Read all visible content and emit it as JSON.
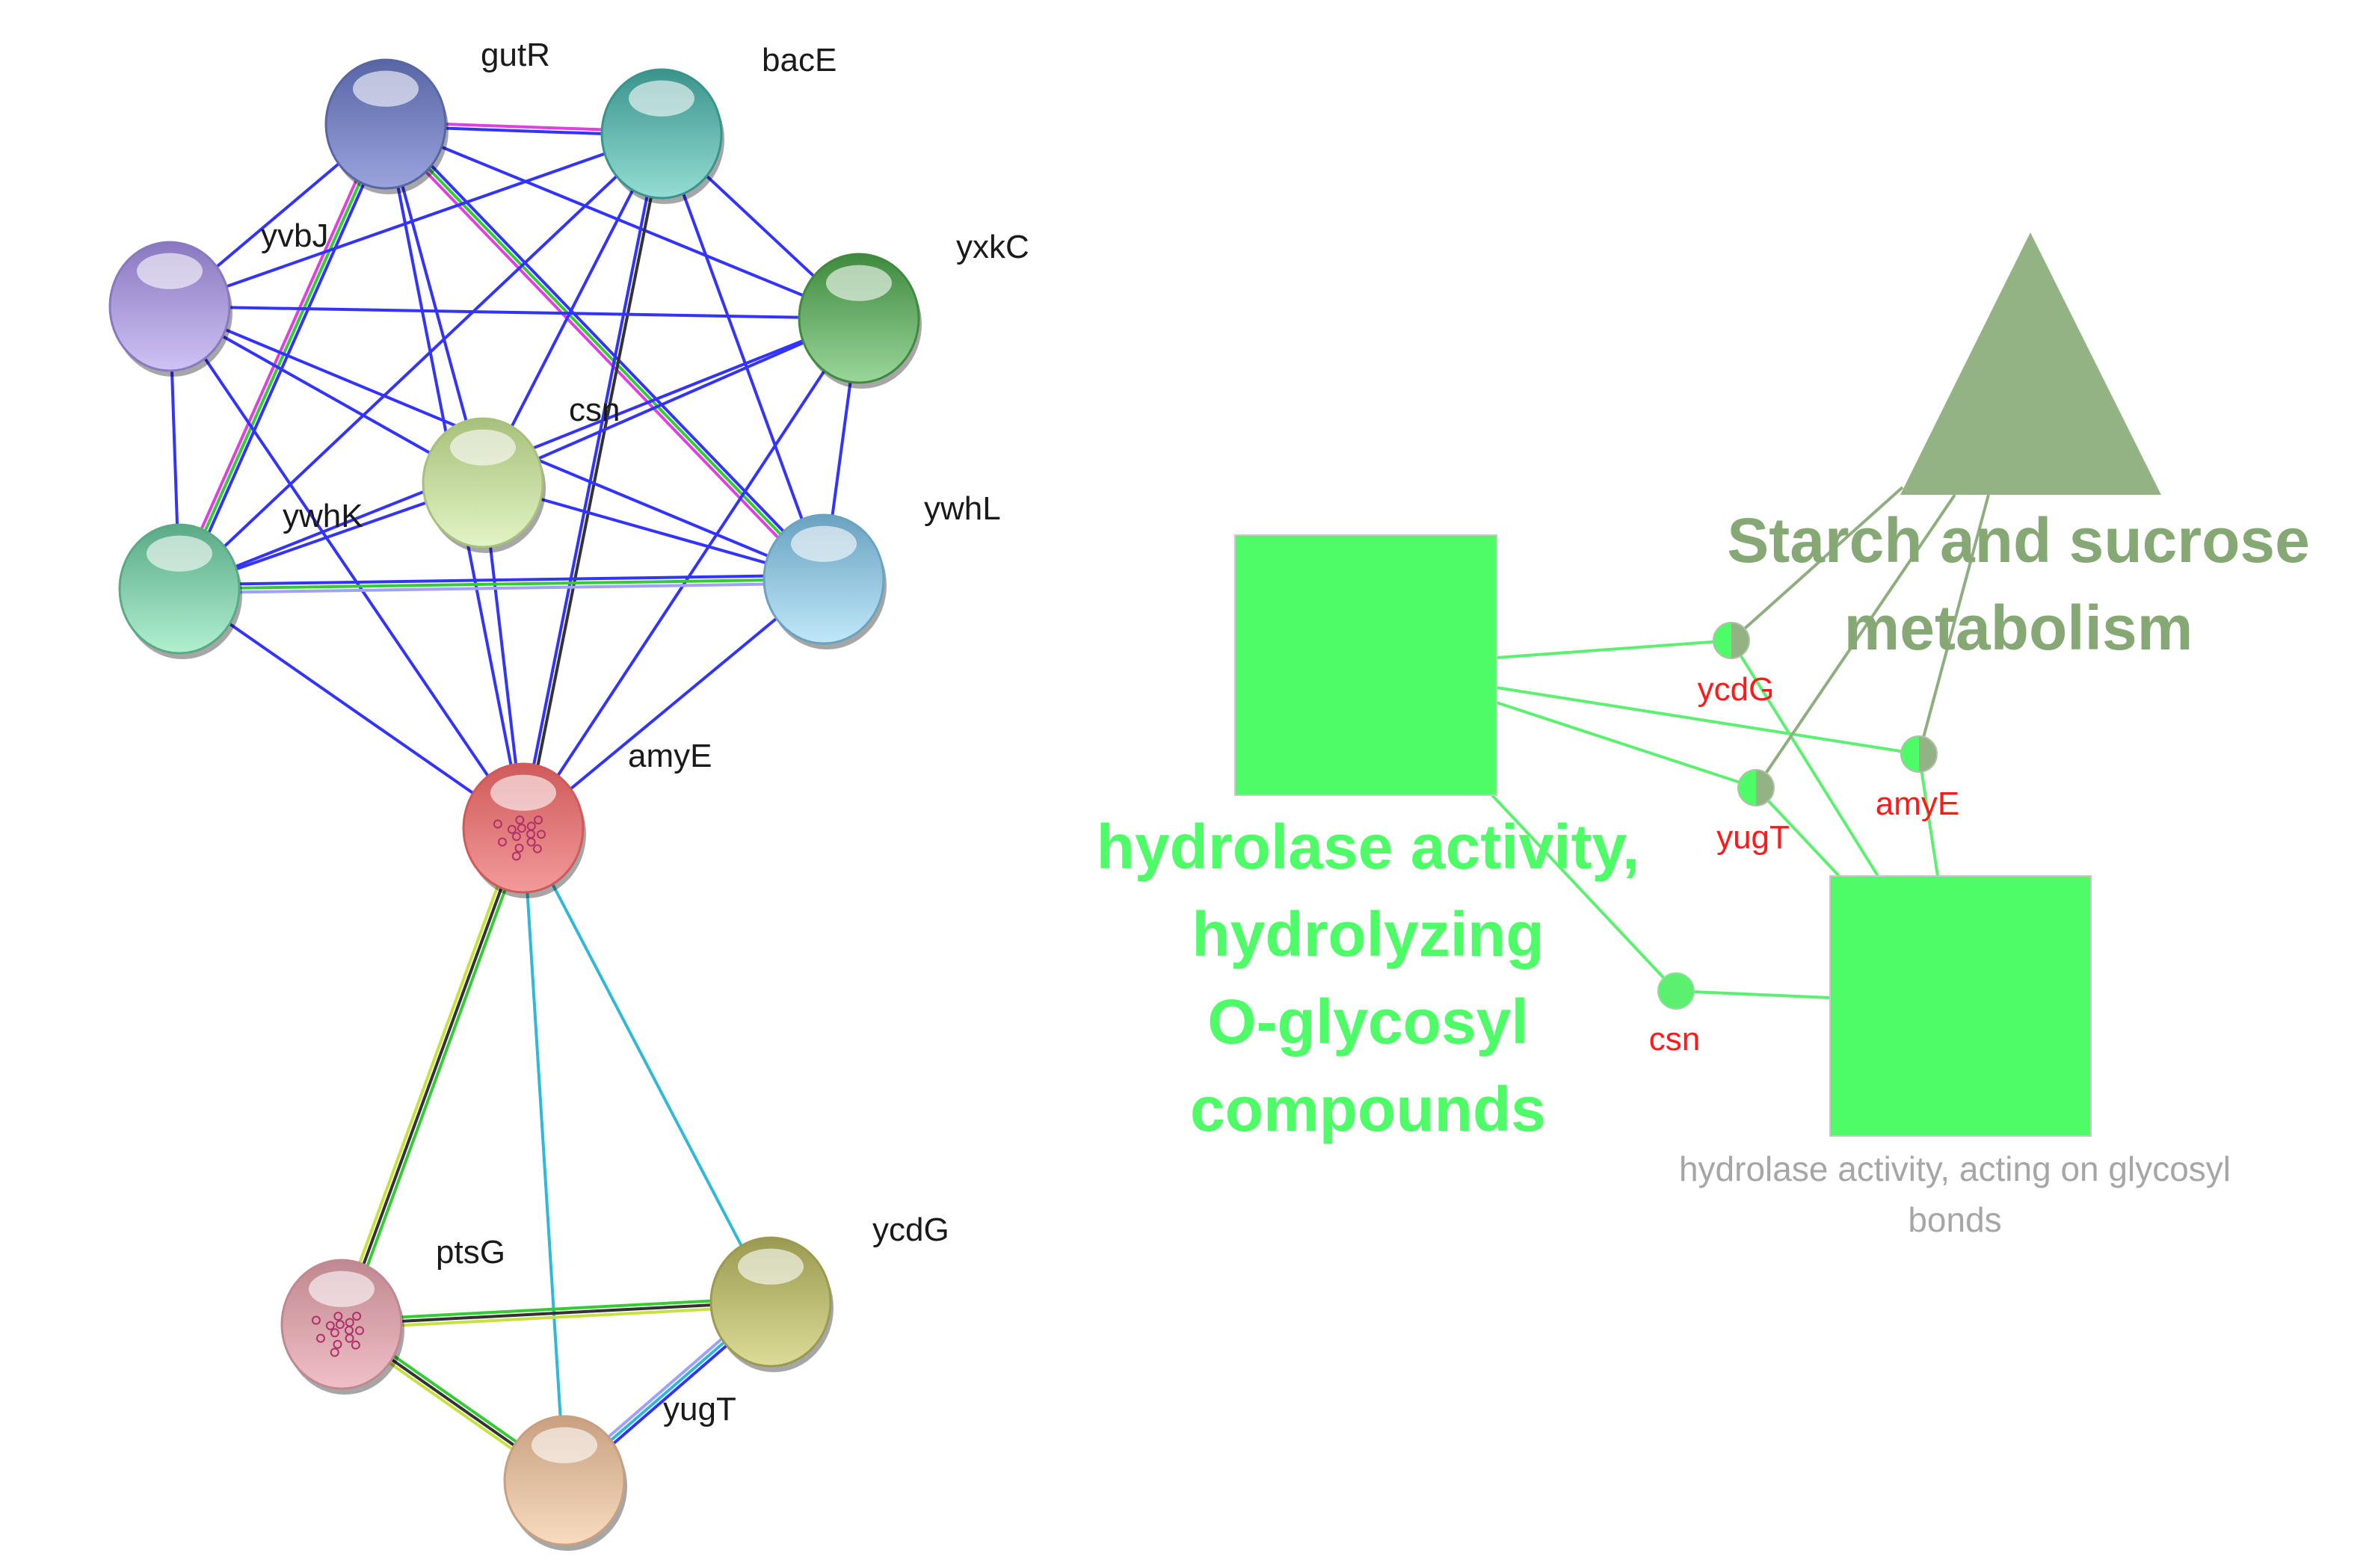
{
  "string_network": {
    "nodes": [
      {
        "id": "gutR",
        "label": "gutR",
        "color": "#5866a6",
        "hi": "#9aa3dc"
      },
      {
        "id": "bacE",
        "label": "bacE",
        "color": "#3a948c",
        "hi": "#94ddd4"
      },
      {
        "id": "yvbJ",
        "label": "yvbJ",
        "color": "#8a78c0",
        "hi": "#cfc2f4"
      },
      {
        "id": "yxkC",
        "label": "yxkC",
        "color": "#3f8a3f",
        "hi": "#9ad69a"
      },
      {
        "id": "csn",
        "label": "csn",
        "color": "#a8c07c",
        "hi": "#e2f4c4"
      },
      {
        "id": "ywhK",
        "label": "ywhK",
        "color": "#5aaa86",
        "hi": "#b0f0d0"
      },
      {
        "id": "ywhL",
        "label": "ywhL",
        "color": "#6aa2c0",
        "hi": "#c0e8fa"
      },
      {
        "id": "amyE",
        "label": "amyE",
        "color": "#d05a5a",
        "hi": "#f29a9a",
        "structure": true
      },
      {
        "id": "ptsG",
        "label": "ptsG",
        "color": "#c08890",
        "hi": "#f0c0c6",
        "structure": true
      },
      {
        "id": "ycdG",
        "label": "ycdG",
        "color": "#9a9a50",
        "hi": "#dcdc98"
      },
      {
        "id": "yugT",
        "label": "yugT",
        "color": "#c8a080",
        "hi": "#f8dcc0"
      }
    ],
    "edges": [
      {
        "source": "gutR",
        "target": "bacE",
        "evidence": [
          "#e040e0",
          "#3333ff"
        ]
      },
      {
        "source": "gutR",
        "target": "yvbJ",
        "evidence": [
          "#3333ff"
        ]
      },
      {
        "source": "gutR",
        "target": "ywhK",
        "evidence": [
          "#3333ff",
          "#33cc33",
          "#e040e0"
        ]
      },
      {
        "source": "gutR",
        "target": "ywhL",
        "evidence": [
          "#3333ff",
          "#33cc33",
          "#e040e0"
        ]
      },
      {
        "source": "gutR",
        "target": "csn",
        "evidence": [
          "#3333ff"
        ]
      },
      {
        "source": "gutR",
        "target": "yxkC",
        "evidence": [
          "#3333ff"
        ]
      },
      {
        "source": "gutR",
        "target": "amyE",
        "evidence": [
          "#3333ff"
        ]
      },
      {
        "source": "bacE",
        "target": "yvbJ",
        "evidence": [
          "#3333ff"
        ]
      },
      {
        "source": "bacE",
        "target": "yxkC",
        "evidence": [
          "#3333ff"
        ]
      },
      {
        "source": "bacE",
        "target": "ywhK",
        "evidence": [
          "#3333ff"
        ]
      },
      {
        "source": "bacE",
        "target": "csn",
        "evidence": [
          "#3333ff"
        ]
      },
      {
        "source": "bacE",
        "target": "ywhL",
        "evidence": [
          "#3333ff"
        ]
      },
      {
        "source": "bacE",
        "target": "amyE",
        "evidence": [
          "#333333",
          "#3333ff"
        ]
      },
      {
        "source": "yvbJ",
        "target": "yxkC",
        "evidence": [
          "#3333ff"
        ]
      },
      {
        "source": "yvbJ",
        "target": "ywhK",
        "evidence": [
          "#3333ff"
        ]
      },
      {
        "source": "yvbJ",
        "target": "csn",
        "evidence": [
          "#3333ff"
        ]
      },
      {
        "source": "yvbJ",
        "target": "ywhL",
        "evidence": [
          "#3333ff"
        ]
      },
      {
        "source": "yvbJ",
        "target": "amyE",
        "evidence": [
          "#3333ff"
        ]
      },
      {
        "source": "yxkC",
        "target": "csn",
        "evidence": [
          "#3333ff"
        ]
      },
      {
        "source": "yxkC",
        "target": "ywhK",
        "evidence": [
          "#3333ff"
        ]
      },
      {
        "source": "yxkC",
        "target": "ywhL",
        "evidence": [
          "#3333ff"
        ]
      },
      {
        "source": "yxkC",
        "target": "amyE",
        "evidence": [
          "#3333ff"
        ]
      },
      {
        "source": "csn",
        "target": "ywhK",
        "evidence": [
          "#3333ff"
        ]
      },
      {
        "source": "csn",
        "target": "ywhL",
        "evidence": [
          "#3333ff"
        ]
      },
      {
        "source": "csn",
        "target": "amyE",
        "evidence": [
          "#3333ff"
        ]
      },
      {
        "source": "ywhK",
        "target": "ywhL",
        "evidence": [
          "#3333ff",
          "#33cc33",
          "#a0a0ff"
        ]
      },
      {
        "source": "ywhK",
        "target": "amyE",
        "evidence": [
          "#3333ff"
        ]
      },
      {
        "source": "ywhL",
        "target": "amyE",
        "evidence": [
          "#3333ff"
        ]
      },
      {
        "source": "amyE",
        "target": "ptsG",
        "evidence": [
          "#33cc33",
          "#333333",
          "#c8e040"
        ]
      },
      {
        "source": "amyE",
        "target": "yugT",
        "evidence": [
          "#30b8d8"
        ]
      },
      {
        "source": "amyE",
        "target": "ycdG",
        "evidence": [
          "#30b8d8"
        ]
      },
      {
        "source": "ptsG",
        "target": "ycdG",
        "evidence": [
          "#33cc33",
          "#333333",
          "#c8e040"
        ]
      },
      {
        "source": "ptsG",
        "target": "yugT",
        "evidence": [
          "#33cc33",
          "#333333",
          "#c8e040"
        ]
      },
      {
        "source": "ycdG",
        "target": "yugT",
        "evidence": [
          "#3333ff",
          "#30b8d8",
          "#a0a0ff"
        ]
      }
    ]
  },
  "cluego_network": {
    "terms": [
      {
        "id": "hydrolyzing",
        "shape": "square",
        "label_lines": [
          "hydrolase activity,",
          "hydrolyzing",
          "O-glycosyl",
          "compounds"
        ],
        "color": "#4dfc66",
        "label_color": "#4dfc66",
        "label_style": "big"
      },
      {
        "id": "glycosyl_bonds",
        "shape": "square",
        "label_lines": [
          "hydrolase activity, acting on glycosyl",
          "bonds"
        ],
        "color": "#4dfc66",
        "label_color": "#a6a6a6",
        "label_style": "small"
      },
      {
        "id": "starch",
        "shape": "triangle",
        "label_lines": [
          "Starch and sucrose",
          "metabolism"
        ],
        "color": "#94b384",
        "label_color": "#86a874",
        "label_style": "big"
      }
    ],
    "genes": [
      {
        "id": "ycdG",
        "label": "ycdG",
        "terms": [
          "hydrolyzing",
          "glycosyl_bonds",
          "starch"
        ]
      },
      {
        "id": "amyE",
        "label": "amyE",
        "terms": [
          "hydrolyzing",
          "glycosyl_bonds",
          "starch"
        ]
      },
      {
        "id": "yugT",
        "label": "yugT",
        "terms": [
          "hydrolyzing",
          "glycosyl_bonds",
          "starch"
        ]
      },
      {
        "id": "csn",
        "label": "csn",
        "terms": [
          "hydrolyzing",
          "glycosyl_bonds"
        ]
      }
    ],
    "colors": {
      "go_edge": "#5cf070",
      "kegg_edge": "#8fae80",
      "gene_label": "#ff1a1a"
    }
  }
}
